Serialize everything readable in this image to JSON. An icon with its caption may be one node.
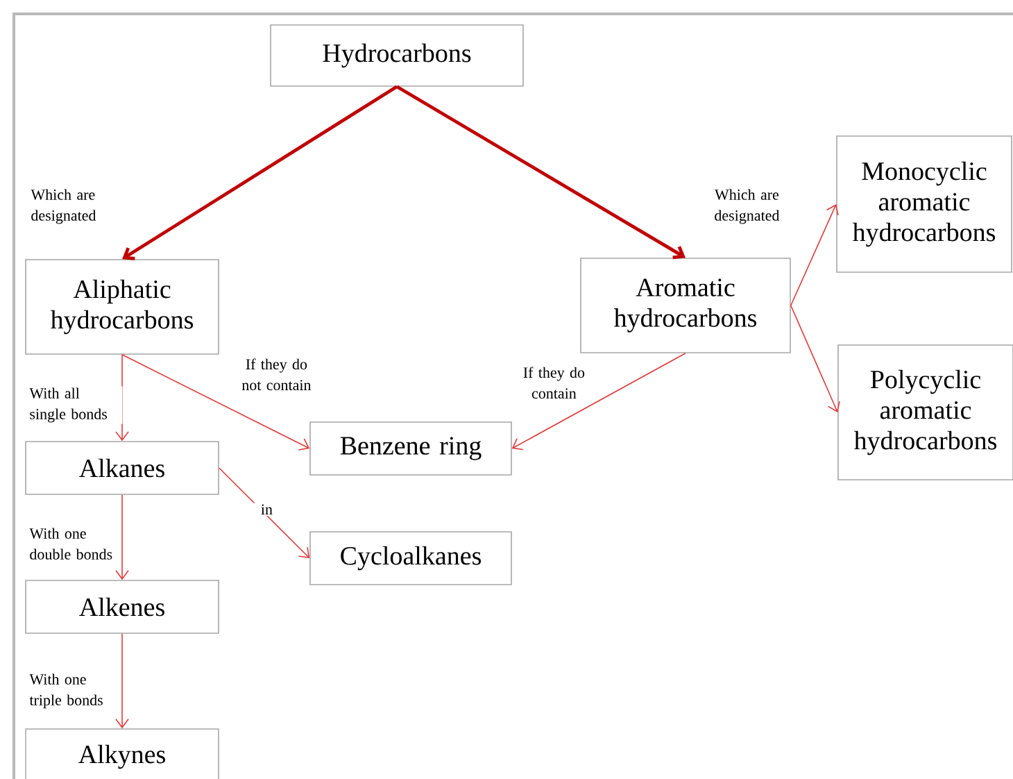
{
  "diagram": {
    "nodes": [
      {
        "text": [
          "Hydrocarbons"
        ]
      },
      {
        "text": [
          "Aliphatic hydrocarbons"
        ]
      },
      {
        "text": [
          "Aromatic hydrocarbons"
        ]
      },
      {
        "text": [
          "Monocyclic aromatic hydrocarbons"
        ]
      },
      {
        "text": [
          "Polycyclic aromatic hydrocarbons"
        ]
      },
      {
        "text": [
          "Benzene ring"
        ]
      },
      {
        "text": [
          "Alkanes"
        ]
      },
      {
        "text": [
          "Cycloalkanes"
        ]
      },
      {
        "text": [
          "Alkenes"
        ]
      },
      {
        "text": [
          "Alkynes"
        ]
      }
    ],
    "edges": [
      {
        "from": 0,
        "to": 1,
        "arrow": "to",
        "label": "Which are designated",
        "style": "thick",
        "color": "#c00000"
      },
      {
        "from": 0,
        "to": 2,
        "arrow": "to",
        "label": "Which are designated",
        "style": "thick",
        "color": "#c00000"
      },
      {
        "from": 2,
        "to": 3,
        "arrow": "to"
      },
      {
        "from": 2,
        "to": 4,
        "arrow": "to"
      },
      {
        "from": 1,
        "to": 5,
        "arrow": "to",
        "label": "If they do not contain"
      },
      {
        "from": 2,
        "to": 5,
        "arrow": "to",
        "label": "If they do contain"
      },
      {
        "from": 1,
        "to": 6,
        "arrow": "to",
        "label": "With all single bonds"
      },
      {
        "from": 6,
        "to": 7,
        "arrow": "to",
        "label": "in"
      },
      {
        "from": 6,
        "to": 8,
        "arrow": "to",
        "label": "With one double bonds"
      },
      {
        "from": 8,
        "to": 9,
        "arrow": "to",
        "label": "With one triple bonds"
      }
    ]
  }
}
